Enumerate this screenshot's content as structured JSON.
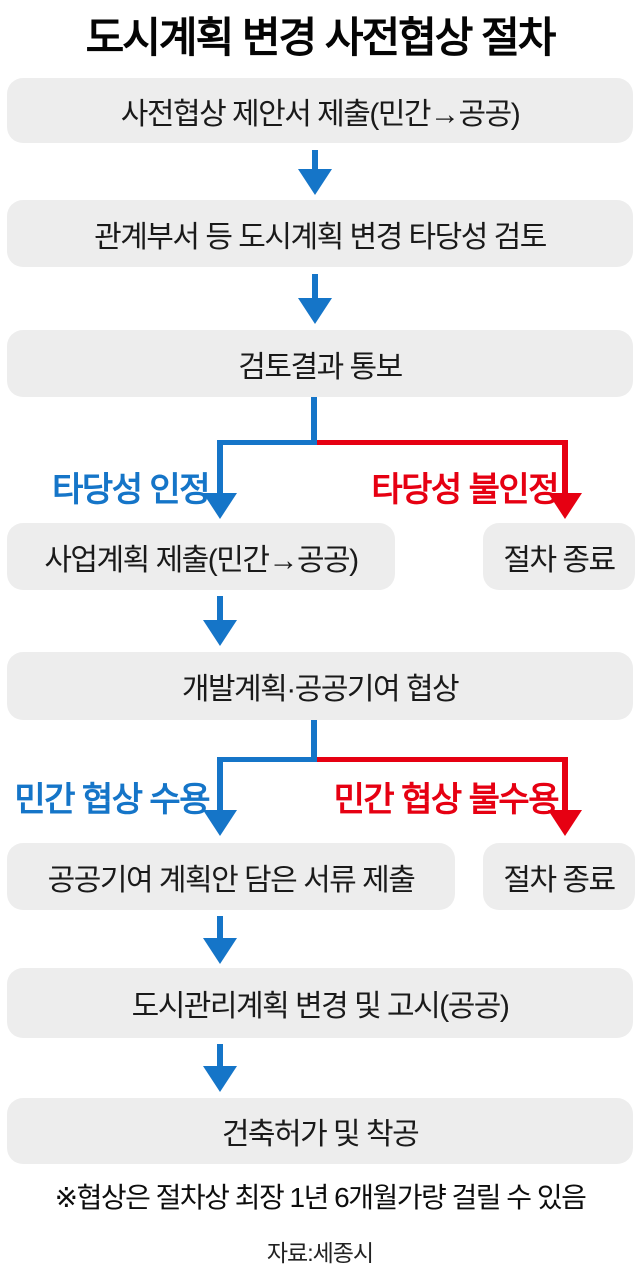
{
  "title": "도시계획 변경 사전협상 절차",
  "colors": {
    "accept_blue": "#1575c8",
    "reject_red": "#e60012",
    "box_gray": "#ededed",
    "text_ink": "#1a1a1a"
  },
  "flow": {
    "step_proposal": "사전협상 제안서 제출(민간→공공)",
    "step_review": "관계부서 등 도시계획 변경 타당성 검토",
    "step_notify": "검토결과 통보",
    "branch_feasibility": {
      "accept_label": "타당성 인정",
      "reject_label": "타당성 불인정",
      "accept_step": "사업계획 제출(민간→공공)",
      "reject_step": "절차 종료"
    },
    "step_negotiation": "개발계획·공공기여 협상",
    "branch_negotiation": {
      "accept_label": "민간 협상 수용",
      "reject_label": "민간 협상 불수용",
      "accept_step": "공공기여 계획안 담은 서류 제출",
      "reject_step": "절차 종료"
    },
    "step_gazette": "도시관리계획 변경 및 고시(공공)",
    "step_construction": "건축허가 및 착공"
  },
  "footnote": "※협상은 절차상 최장 1년 6개월가량 걸릴 수 있음",
  "source": "자료:세종시"
}
